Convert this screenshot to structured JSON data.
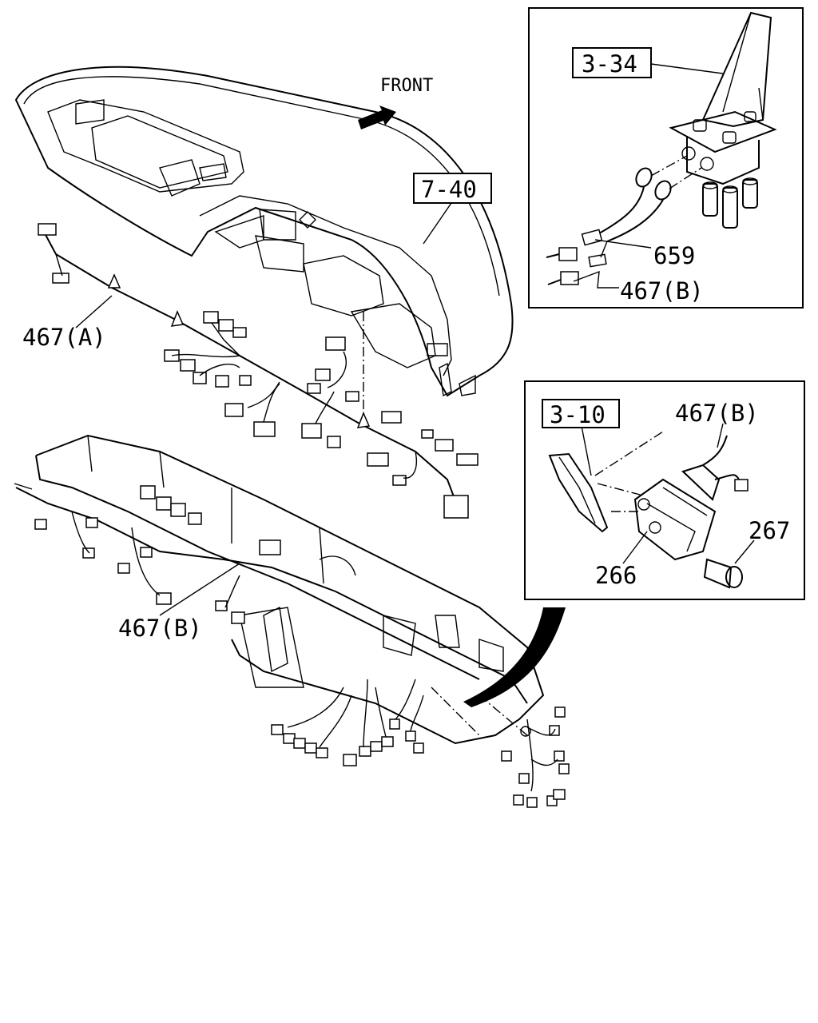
{
  "labels": {
    "front": "FRONT",
    "ref_3_34": "3-34",
    "ref_7_40": "7-40",
    "ref_3_10": "3-10",
    "part_659": "659",
    "part_467b_inset_top": "467(B)",
    "part_467a": "467(A)",
    "part_467b_inset_bottom": "467(B)",
    "part_267": "267",
    "part_266": "266",
    "part_467b_main": "467(B)"
  }
}
